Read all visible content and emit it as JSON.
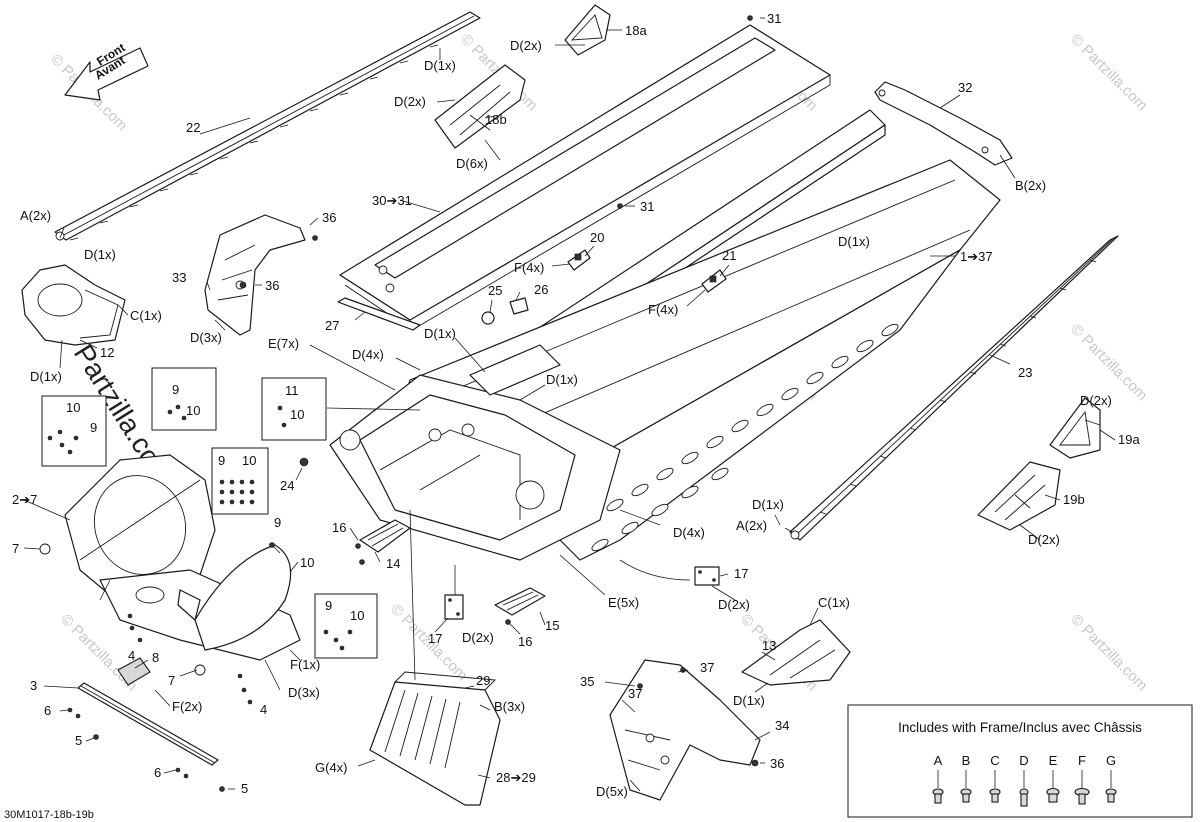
{
  "diagram_code": "30M1017-18b-19b",
  "watermark": "© Partzilla.com",
  "front_arrow": {
    "line1": "Front",
    "line2": "Avant"
  },
  "labels": {
    "l22": "22",
    "l18a": "18a",
    "l18b": "18b",
    "l31a": "31",
    "l31b": "31",
    "l32": "32",
    "lD2x_18a": "D(2x)",
    "lD1x_18a": "D(1x)",
    "lD2x_18b": "D(2x)",
    "lD6x": "D(6x)",
    "lB2x": "B(2x)",
    "l30to31": "30➔31",
    "l36a": "36",
    "l20": "20",
    "l21": "21",
    "lA2x_a": "A(2x)",
    "lD1x_a": "D(1x)",
    "lF4x_a": "F(4x)",
    "lF4x_b": "F(4x)",
    "l1to37": "1➔37",
    "lD1x_r": "D(1x)",
    "l33": "33",
    "l36b": "36",
    "lC1x_a": "C(1x)",
    "l25": "25",
    "l26": "26",
    "l27": "27",
    "lD3x_a": "D(3x)",
    "l12": "12",
    "lD1x_l": "D(1x)",
    "lE7x": "E(7x)",
    "lD1x_c": "D(1x)",
    "lD4x_a": "D(4x)",
    "lD1x_c2": "D(1x)",
    "l23": "23",
    "l9a": "9",
    "l10a": "10",
    "l11": "11",
    "l10b": "10",
    "l10c": "10",
    "l9b": "9",
    "lD2x_19a": "D(2x)",
    "l19a": "19a",
    "l24": "24",
    "l9c": "9",
    "l10d": "10",
    "l2to7": "2➔7",
    "l7a": "7",
    "l16a": "16",
    "l14": "14",
    "l9d": "9",
    "l10e": "10",
    "l19b": "19b",
    "lD1x_m": "D(1x)",
    "lA2x_b": "A(2x)",
    "lD4x_b": "D(4x)",
    "lD2x_19b": "D(2x)",
    "l17a": "17",
    "lD2x_17": "D(2x)",
    "lE5x": "E(5x)",
    "l15": "15",
    "l16b": "16",
    "l17b": "17",
    "lD2x_m": "D(2x)",
    "l9e": "9",
    "l10f": "10",
    "lF1x": "F(1x)",
    "l4a": "4",
    "l8": "8",
    "l7b": "7",
    "l3": "3",
    "lF2x": "F(2x)",
    "lD3x_b": "D(3x)",
    "l4b": "4",
    "l6a": "6",
    "l5a": "5",
    "l6b": "6",
    "l5b": "5",
    "l29": "29",
    "lB3x": "B(3x)",
    "lG4x": "G(4x)",
    "l28to29": "28➔29",
    "lC1x_b": "C(1x)",
    "l13": "13",
    "lD1x_b": "D(1x)",
    "l35": "35",
    "l37a": "37",
    "l37b": "37",
    "l34": "34",
    "l36c": "36",
    "lD5x": "D(5x)"
  },
  "legend": {
    "title": "Includes with Frame/Inclus avec Châssis",
    "items": [
      "A",
      "B",
      "C",
      "D",
      "E",
      "F",
      "G"
    ]
  },
  "colors": {
    "line": "#1a1a1a",
    "watermark": "#c8c8c8",
    "background": "#ffffff"
  }
}
